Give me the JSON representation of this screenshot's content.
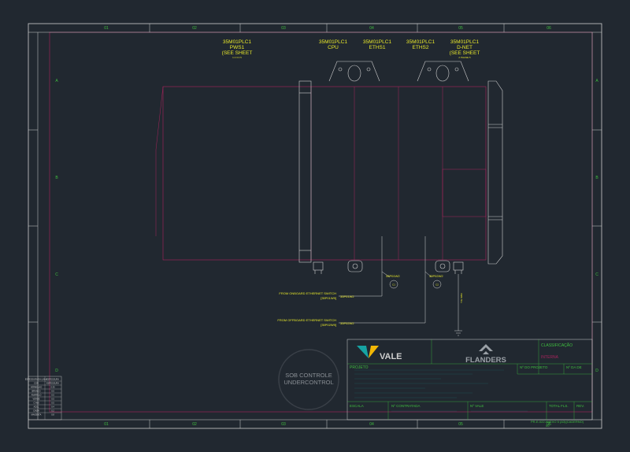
{
  "colors": {
    "background": "#212830",
    "frame": "#cfcfcf",
    "border_inner": "#a8245c",
    "grid_labels": "#3fbf3f",
    "annotation": "#e8e82a",
    "panel_lines": "#a8245c",
    "equipment": "#cfcfcf",
    "vale_teal": "#16a3a3",
    "vale_yellow": "#f2b705",
    "flanders": "#9aa0a6",
    "watermark": "#8a8f95"
  },
  "grid": {
    "top": [
      "01",
      "02",
      "03",
      "04",
      "05",
      "06"
    ],
    "bottom": [
      "01",
      "02",
      "03",
      "04",
      "05",
      "06"
    ],
    "left": [
      "A",
      "B",
      "C",
      "D"
    ],
    "right": [
      "A",
      "B",
      "C",
      "D"
    ]
  },
  "modules": [
    {
      "line1": "35M01PLC1",
      "line2": "PWS1",
      "line3": "(SEE SHEET",
      "line4": "1 2 3 4 5"
    },
    {
      "line1": "35M01PLC1",
      "line2": "CPU",
      "line3": "",
      "line4": ""
    },
    {
      "line1": "35M01PLC1",
      "line2": "ETHS1",
      "line3": "",
      "line4": ""
    },
    {
      "line1": "35M01PLC1",
      "line2": "ETHS2",
      "line3": "",
      "line4": ""
    },
    {
      "line1": "35M01PLC1",
      "line2": "D-NET",
      "line3": "(SEE SHEET",
      "line4": "2 PHASE 5"
    }
  ],
  "cables": {
    "w1": "35P01W2",
    "w2": "35P02W2",
    "c1": "C1",
    "c2": "C2",
    "from_onboard": "FROM ONBOARD ETHERNET SWITCH",
    "onboard_tag": "[35P01W9]",
    "onboard_cable": "35P01W2",
    "from_offboard": "FROM OFFBOARD ETHERNET SWITCH",
    "offboard_tag": "[35P02W9]",
    "offboard_cable": "35P02W2",
    "ground": "Y/G 6MM"
  },
  "watermark": {
    "line1": "SOB CONTROLE",
    "line2": "UNDERCONTROL"
  },
  "revision_table": {
    "headers": [
      "ESPESSURA DA LINHA",
      "ESPESSURA"
    ],
    "rows": [
      [
        "COR",
        "ESPESSURA"
      ],
      [
        "VERMELHO",
        "0.35"
      ],
      [
        "BRANCO",
        "0.5"
      ],
      [
        "AMARELO",
        "0.5"
      ],
      [
        "VERDE",
        "0.5"
      ],
      [
        "CYAN",
        "0.5"
      ],
      [
        "AZUL",
        "0.4"
      ],
      [
        "CINZA",
        "0.2"
      ],
      [
        "MAGENTA",
        "0.8"
      ]
    ]
  },
  "title_block": {
    "brand_vale": "VALE",
    "brand_flanders": "FLANDERS",
    "classificacao": "CLASSIFICAÇÃO",
    "classificacao_value": "INTERNA",
    "projeto": "PROJETO",
    "no_projeto": "Nº DO PROJETO",
    "no_de": "Nº DA DE",
    "escala": "ESCALA",
    "no_contratada": "Nº CONTRATADA",
    "no_vale": "Nº VALE",
    "total_fls": "TOTAL FLS.",
    "rev": "REV.",
    "doc_number": "PR-E-022 ANEXO 5 (A3)(CADERNO)",
    "doc_rev": "00"
  }
}
